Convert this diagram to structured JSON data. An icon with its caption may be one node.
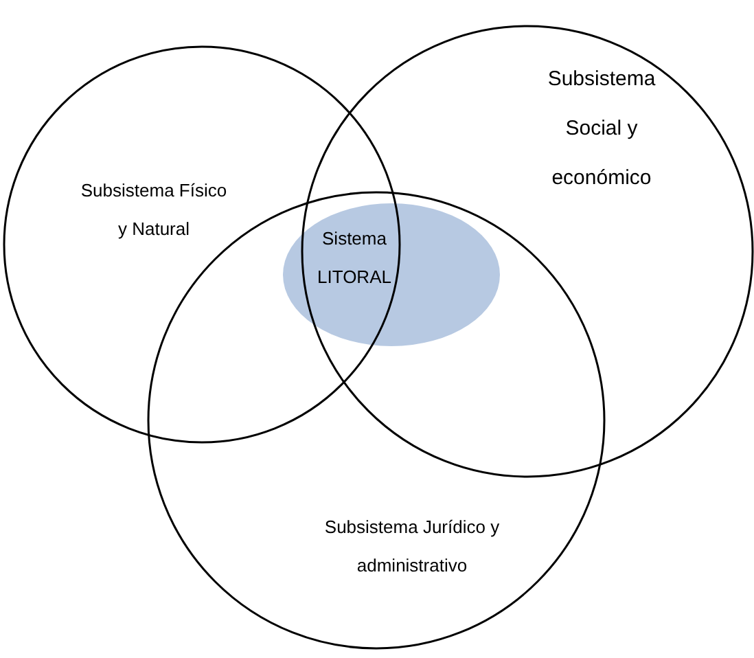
{
  "diagram": {
    "nodes": [
      {
        "text": [
          "Subsistema Físico y Natural"
        ]
      },
      {
        "text": [
          "Subsistema Social y económico"
        ]
      },
      {
        "text": [
          "Subsistema Jurídico y administrativo"
        ]
      },
      {
        "text": [
          "Sistema LITORAL"
        ],
        "in": 2
      }
    ]
  }
}
